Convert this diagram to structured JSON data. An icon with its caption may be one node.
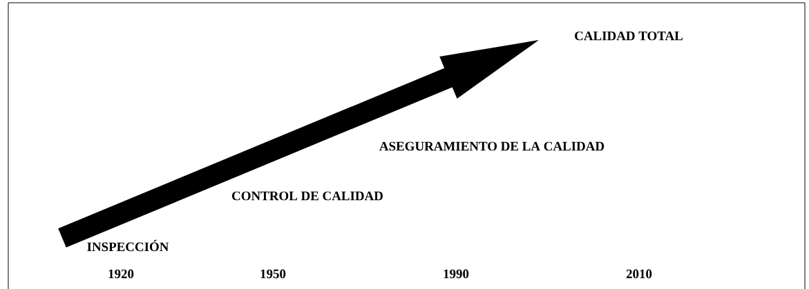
{
  "diagram": {
    "labels": [
      "CALIDAD TOTAL",
      "ASEGURAMIENTO DE LA CALIDAD",
      "CONTROL DE CALIDAD",
      "INSPECCIÓN",
      "1920",
      "1950",
      "1990",
      "2010"
    ]
  }
}
